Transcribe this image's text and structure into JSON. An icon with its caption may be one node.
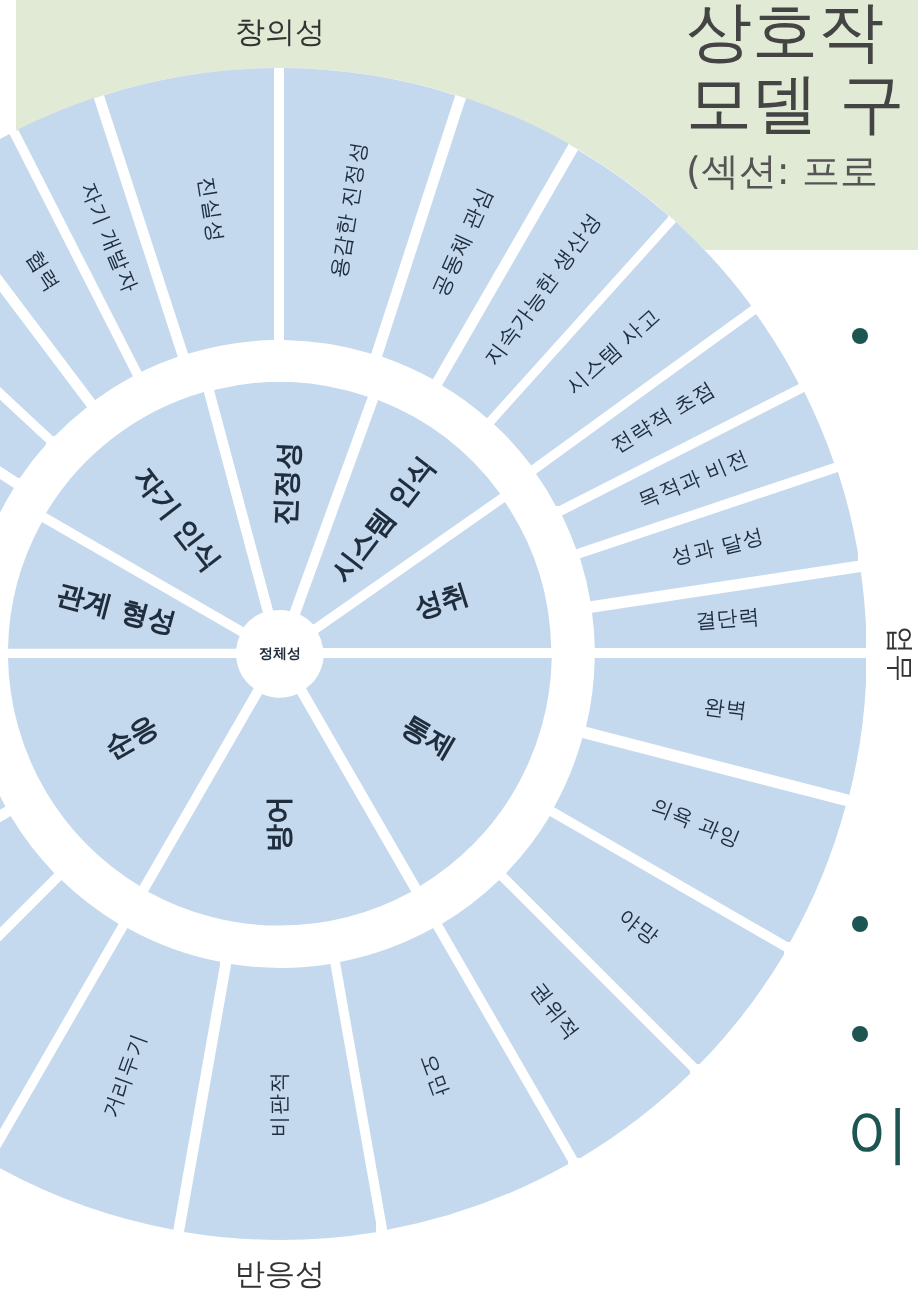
{
  "diagram": {
    "nodes": [
      {
        "text": [
          "정체성"
        ]
      },
      {
        "text": [
          "성취"
        ]
      },
      {
        "text": [
          "시스템 인식"
        ]
      },
      {
        "text": [
          "진정성"
        ]
      },
      {
        "text": [
          "자기 인식"
        ]
      },
      {
        "text": [
          "관계 형성"
        ]
      },
      {
        "text": [
          "순응"
        ]
      },
      {
        "text": [
          "방어"
        ]
      },
      {
        "text": [
          "통제"
        ]
      },
      {
        "text": [
          "결단력"
        ]
      },
      {
        "text": [
          "성과 달성"
        ]
      },
      {
        "text": [
          "목적과 비전"
        ]
      },
      {
        "text": [
          "전략적 초점"
        ]
      },
      {
        "text": [
          "시스템 사고"
        ]
      },
      {
        "text": [
          "지속가능한 생산성"
        ]
      },
      {
        "text": [
          "공동체 관심"
        ]
      },
      {
        "text": [
          "용감한 진정성"
        ]
      },
      {
        "text": [
          "진실성"
        ]
      },
      {
        "text": [
          "자기 개발자"
        ]
      },
      {
        "text": [
          "협력"
        ]
      },
      {
        "text": [],
        "shape": "wedge"
      },
      {
        "text": [],
        "shape": "wedge"
      },
      {
        "text": [],
        "shape": "wedge"
      },
      {
        "text": [
          "완벽"
        ]
      },
      {
        "text": [
          "의욕 과잉"
        ]
      },
      {
        "text": [
          "야망"
        ]
      },
      {
        "text": [
          "권위적"
        ]
      },
      {
        "text": [
          "오만"
        ]
      },
      {
        "text": [
          "비판적"
        ]
      },
      {
        "text": [
          "거리두기"
        ]
      },
      {
        "text": [],
        "shape": "wedge"
      },
      {
        "text": [],
        "shape": "wedge"
      },
      {
        "text": [],
        "shape": "wedge"
      }
    ],
    "labels": [
      "창의성",
      "반응성",
      "업무",
      "상호작",
      "모델 구",
      "(섹션: 프로",
      "이"
    ]
  }
}
